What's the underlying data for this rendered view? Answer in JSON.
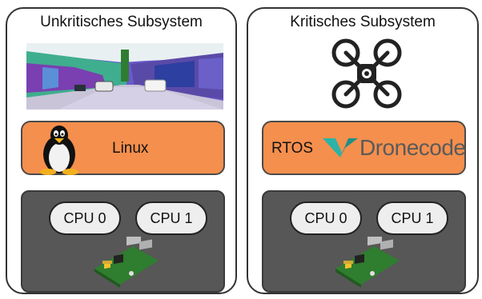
{
  "left_panel": {
    "title": "Unkritisches Subsystem",
    "os_label": "Linux",
    "cpus": [
      "CPU 0",
      "CPU 1"
    ],
    "scene_icon": "street-segmentation-image",
    "os_icon": "tux-penguin-icon",
    "hardware_icon": "raspberry-pi-board-icon"
  },
  "right_panel": {
    "title": "Kritisches Subsystem",
    "os_label": "RTOS",
    "brand": "Dronecode",
    "cpus": [
      "CPU 0",
      "CPU 1"
    ],
    "top_icon": "quadcopter-drone-icon",
    "brand_icon": "dronecode-logo-icon",
    "hardware_icon": "raspberry-pi-board-icon"
  },
  "colors": {
    "os_box": "#f58f4d",
    "hardware_box": "#575757",
    "cpu_pill": "#eeeeee",
    "dronecode_teal": "#2ab3a6",
    "panel_border": "#333333"
  }
}
